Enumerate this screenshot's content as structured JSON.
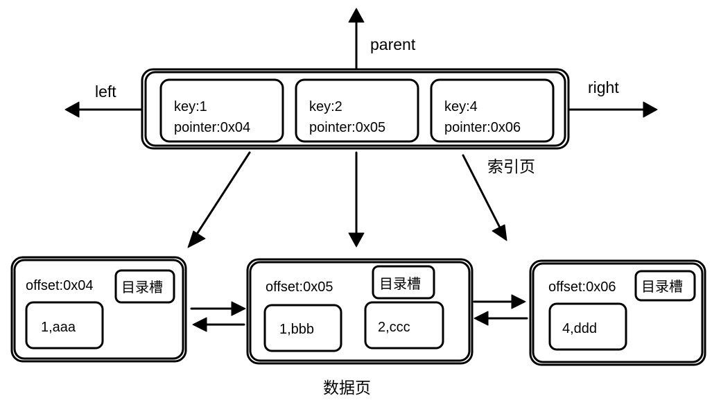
{
  "directions": {
    "parent": "parent",
    "left": "left",
    "right": "right"
  },
  "index_page": {
    "label": "索引页",
    "entries": [
      {
        "key": "key:1",
        "pointer": "pointer:0x04"
      },
      {
        "key": "key:2",
        "pointer": "pointer:0x05"
      },
      {
        "key": "key:4",
        "pointer": "pointer:0x06"
      }
    ]
  },
  "data_pages": {
    "label": "数据页",
    "pages": [
      {
        "offset": "offset:0x04",
        "slot": "目录槽",
        "records": [
          "1,aaa"
        ]
      },
      {
        "offset": "offset:0x05",
        "slot": "目录槽",
        "records": [
          "1,bbb",
          "2,ccc"
        ]
      },
      {
        "offset": "offset:0x06",
        "slot": "目录槽",
        "records": [
          "4,ddd"
        ]
      }
    ]
  }
}
